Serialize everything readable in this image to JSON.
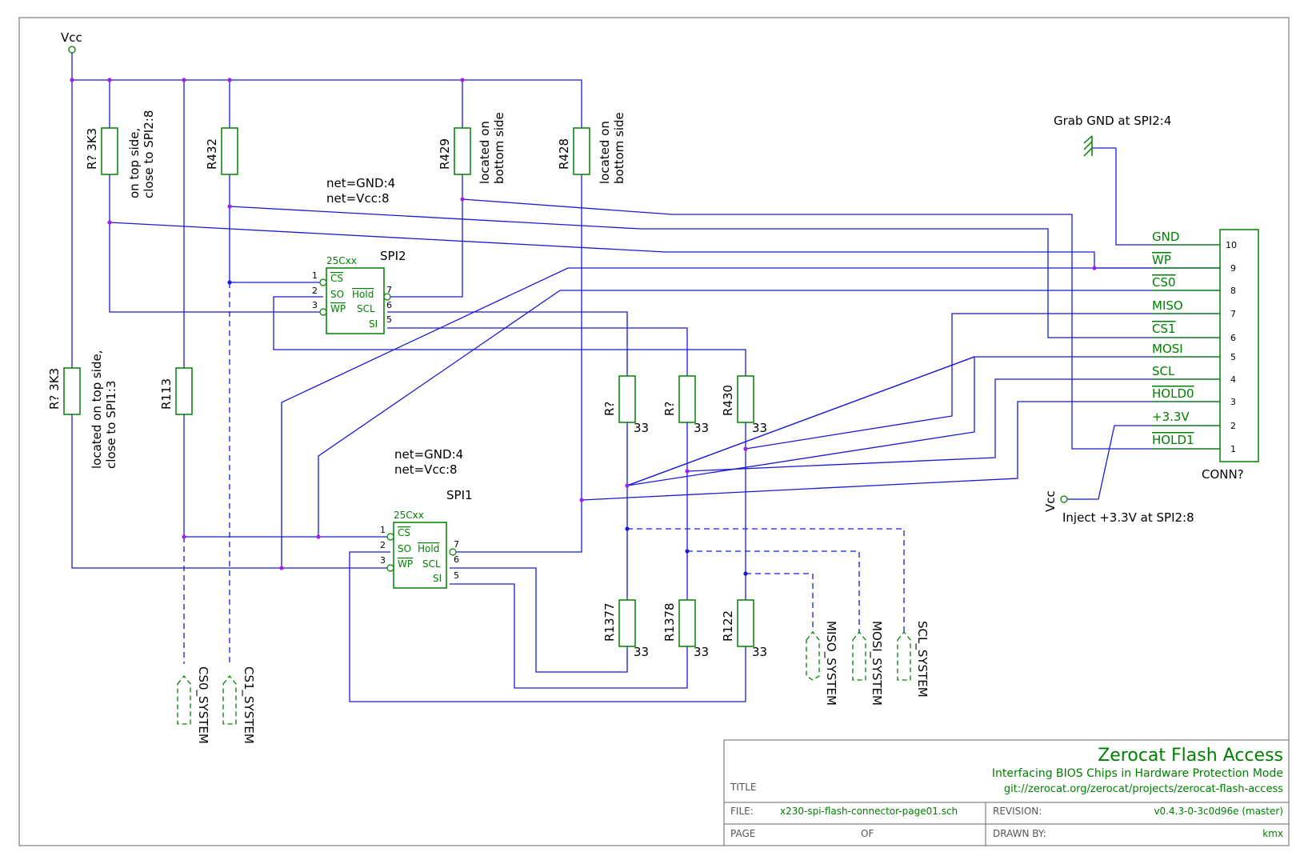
{
  "power": {
    "vcc_top": "Vcc",
    "vcc_side": "Vcc"
  },
  "notes": {
    "grab_gnd": "Grab GND at SPI2:4",
    "inject": "Inject +3.3V at SPI2:8",
    "net_gnd": "net=GND:4",
    "net_vcc": "net=Vcc:8",
    "top_side_spi2": [
      "on top side,",
      "close to SPI2:8"
    ],
    "bottom_429": [
      "located on",
      "bottom side"
    ],
    "bottom_428": [
      "located on",
      "bottom side"
    ],
    "top_side_spi1": [
      "located on top side,",
      "close to SPI1:3"
    ]
  },
  "resistors": {
    "r3k3_top": "R?  3K3",
    "r432": "R432",
    "r429": "R429",
    "r428": "R428",
    "r3k3_left": "R?  3K3",
    "r113": "R113",
    "r_a": "R?",
    "r_b": "R?",
    "r430": "R430",
    "r1377": "R1377",
    "r1378": "R1378",
    "r122": "R122",
    "value_33": "33"
  },
  "chips": {
    "type": "25Cxx",
    "spi2": "SPI2",
    "spi1": "SPI1",
    "pins_left": [
      "1",
      "2",
      "3"
    ],
    "pins_right": [
      "7",
      "6",
      "5"
    ],
    "names": {
      "cs": "CS",
      "so": "SO",
      "wp": "WP",
      "hold": "Hold",
      "scl": "SCL",
      "si": "SI"
    }
  },
  "connector": {
    "name": "CONN?",
    "signals": [
      "GND",
      "WP",
      "CS0",
      "MISO",
      "CS1",
      "MOSI",
      "SCL",
      "HOLD0",
      "+3.3V",
      "HOLD1"
    ],
    "pins": [
      "10",
      "9",
      "8",
      "7",
      "6",
      "5",
      "4",
      "3",
      "2",
      "1"
    ]
  },
  "labels": {
    "cs0_system": "CS0_SYSTEM",
    "cs1_system": "CS1_SYSTEM",
    "miso_system": "MISO_SYSTEM",
    "mosi_system": "MOSI_SYSTEM",
    "scl_system": "SCL_SYSTEM"
  },
  "title_block": {
    "title": "Zerocat Flash Access",
    "subtitle": "Interfacing BIOS Chips in Hardware Protection Mode",
    "url": "git://zerocat.org/zerocat/projects/zerocat-flash-access",
    "title_label": "TITLE",
    "file_label": "FILE:",
    "file": "x230-spi-flash-connector-page01.sch",
    "revision_label": "REVISION:",
    "revision": "v0.4.3-0-3c0d96e (master)",
    "page_label": "PAGE",
    "of_label": "OF",
    "drawn_label": "DRAWN BY:",
    "drawn": "kmx"
  },
  "colors": {
    "wire": "#1a1ad6",
    "component": "#008000",
    "junction": "#a020f0"
  }
}
